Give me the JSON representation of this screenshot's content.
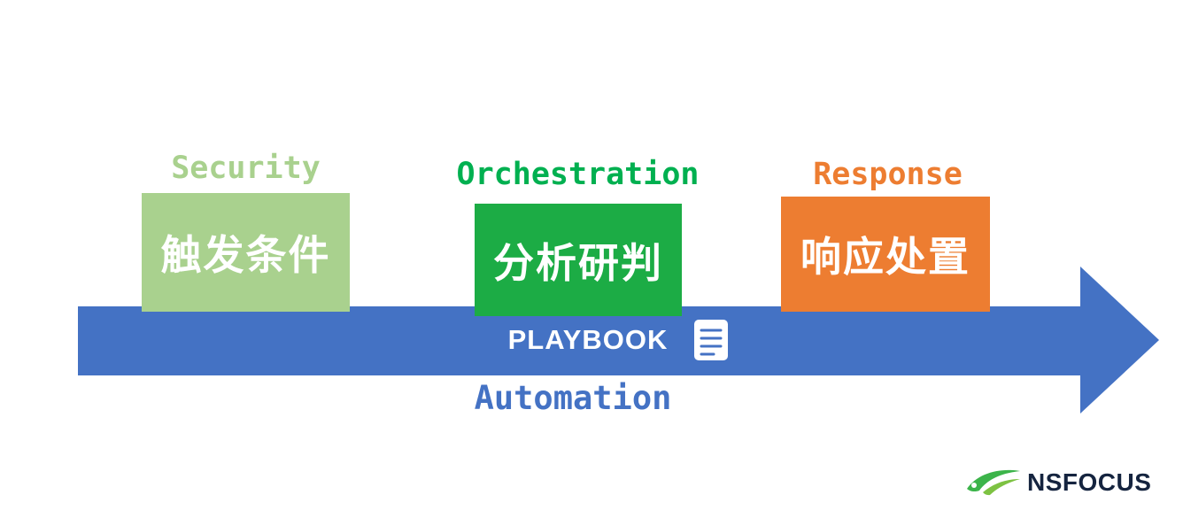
{
  "stages": [
    {
      "name": "security",
      "label_en": "Security",
      "label_zh": "触发条件",
      "box_color": "#a9d18e",
      "label_color": "#a9d18e"
    },
    {
      "name": "orchestration",
      "label_en": "Orchestration",
      "label_zh": "分析研判",
      "box_color": "#1cac45",
      "label_color": "#00b050"
    },
    {
      "name": "response",
      "label_en": "Response",
      "label_zh": "响应处置",
      "box_color": "#ed7d31",
      "label_color": "#ed7d31"
    }
  ],
  "arrow": {
    "label": "PLAYBOOK",
    "sublabel": "Automation",
    "color": "#4472c4",
    "icon": "playbook-document-icon"
  },
  "logo": {
    "text": "NSFOCUS",
    "icon": "nsfocus-swoosh-icon",
    "text_color": "#15243f",
    "icon_color": "#3cb44a"
  }
}
